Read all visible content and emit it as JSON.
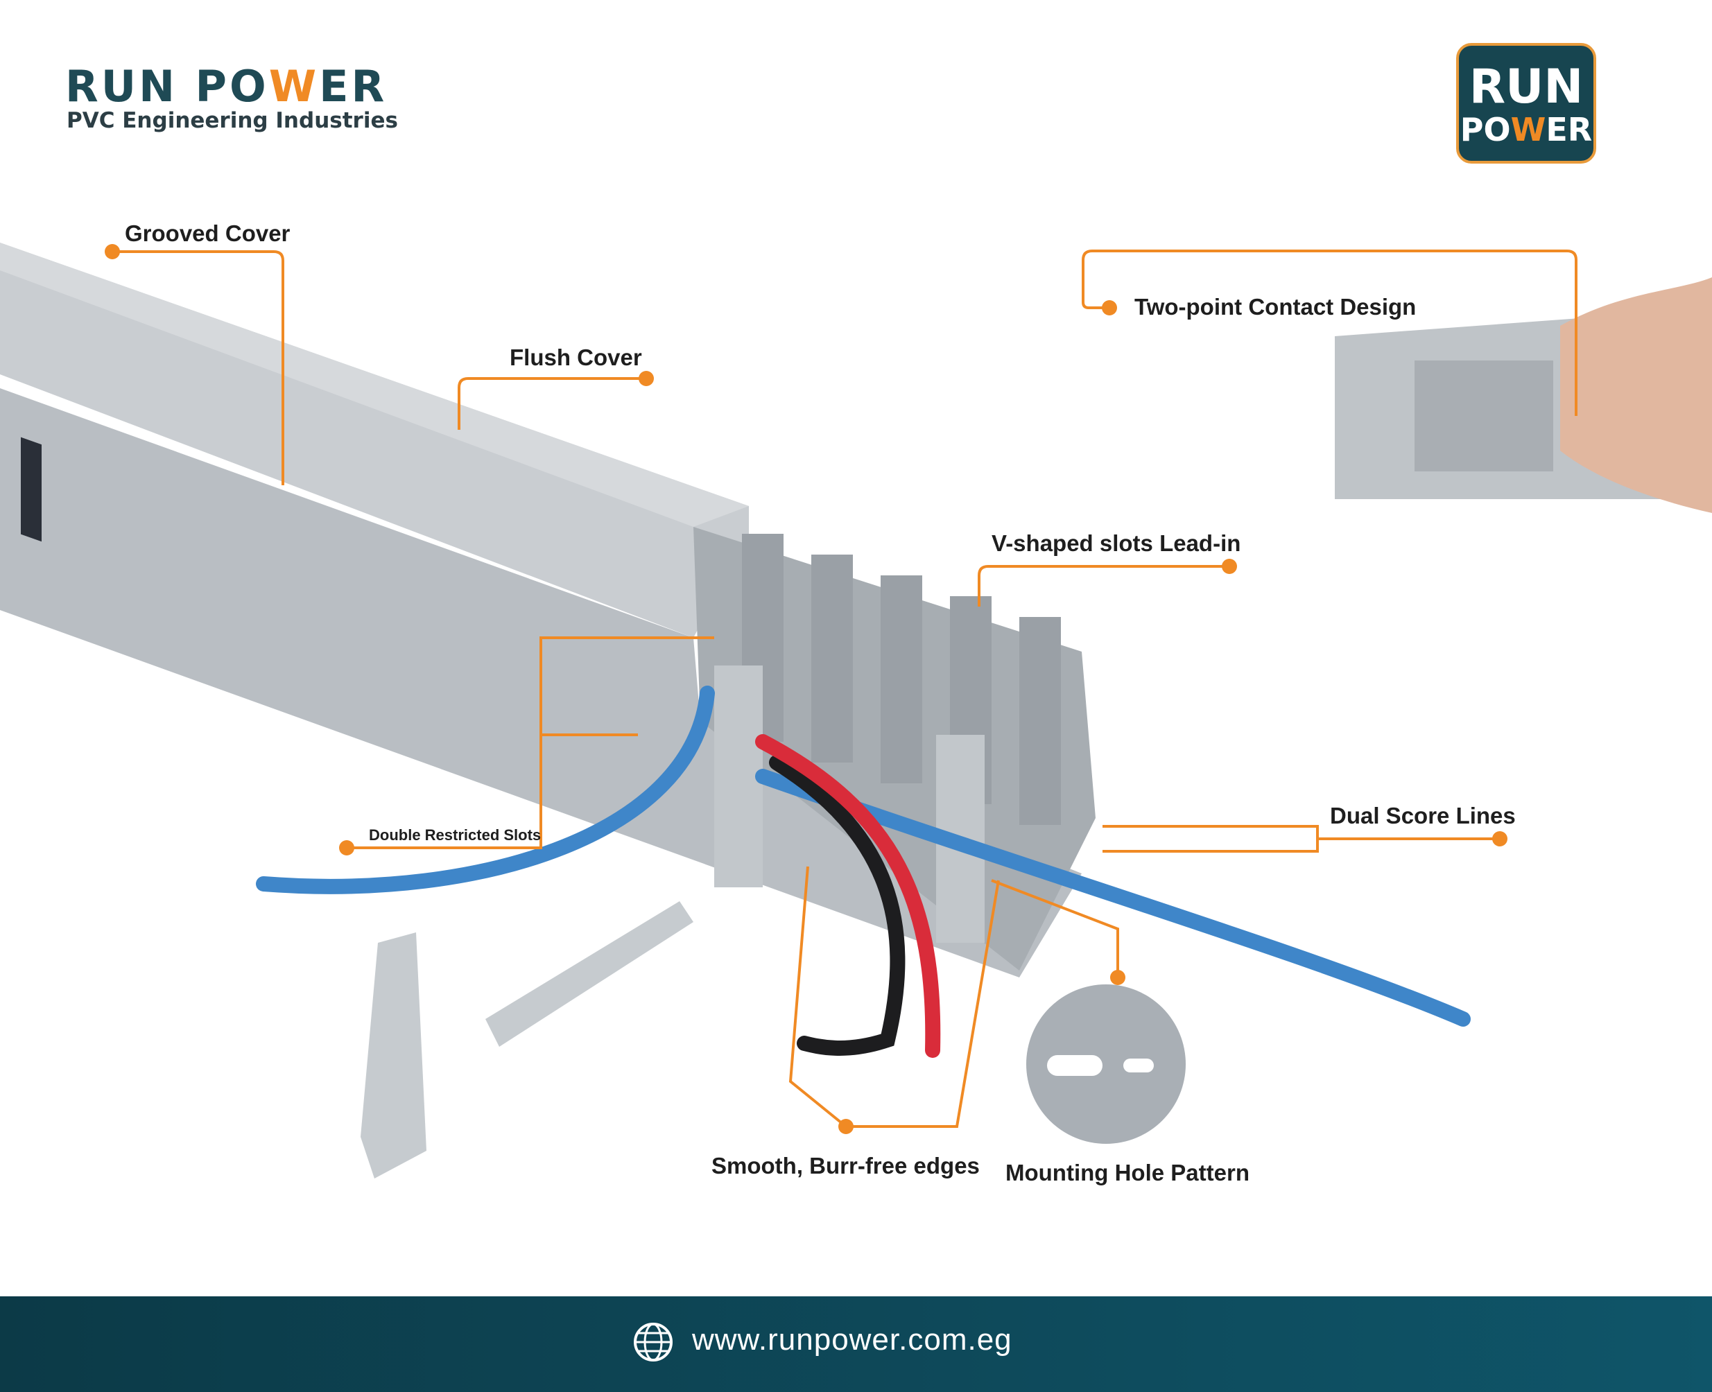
{
  "brand": {
    "name_part1": "RUN PO",
    "name_accent": "W",
    "name_part2": "ER",
    "subtitle": "PVC Engineering Industries"
  },
  "logo": {
    "line1": "RUN",
    "line2_part1": "PO",
    "line2_accent": "W",
    "line2_part2": "ER"
  },
  "callouts": {
    "grooved_cover": "Grooved Cover",
    "flush_cover": "Flush Cover",
    "two_point_contact": "Two-point Contact Design",
    "v_shaped_slots": "V-shaped slots Lead-in",
    "dual_score_lines": "Dual Score Lines",
    "double_restricted_slots": "Double Restricted Slots",
    "smooth_edges": "Smooth, Burr-free edges",
    "mounting_hole_pattern": "Mounting Hole Pattern"
  },
  "footer": {
    "website": "www.runpower.com.eg",
    "icon": "globe-icon"
  },
  "colors": {
    "accent": "#f08a24",
    "brand_dark": "#1f4a55",
    "footer_bg": "#0f4a5a",
    "duct_gray": "#c4c9cd"
  }
}
